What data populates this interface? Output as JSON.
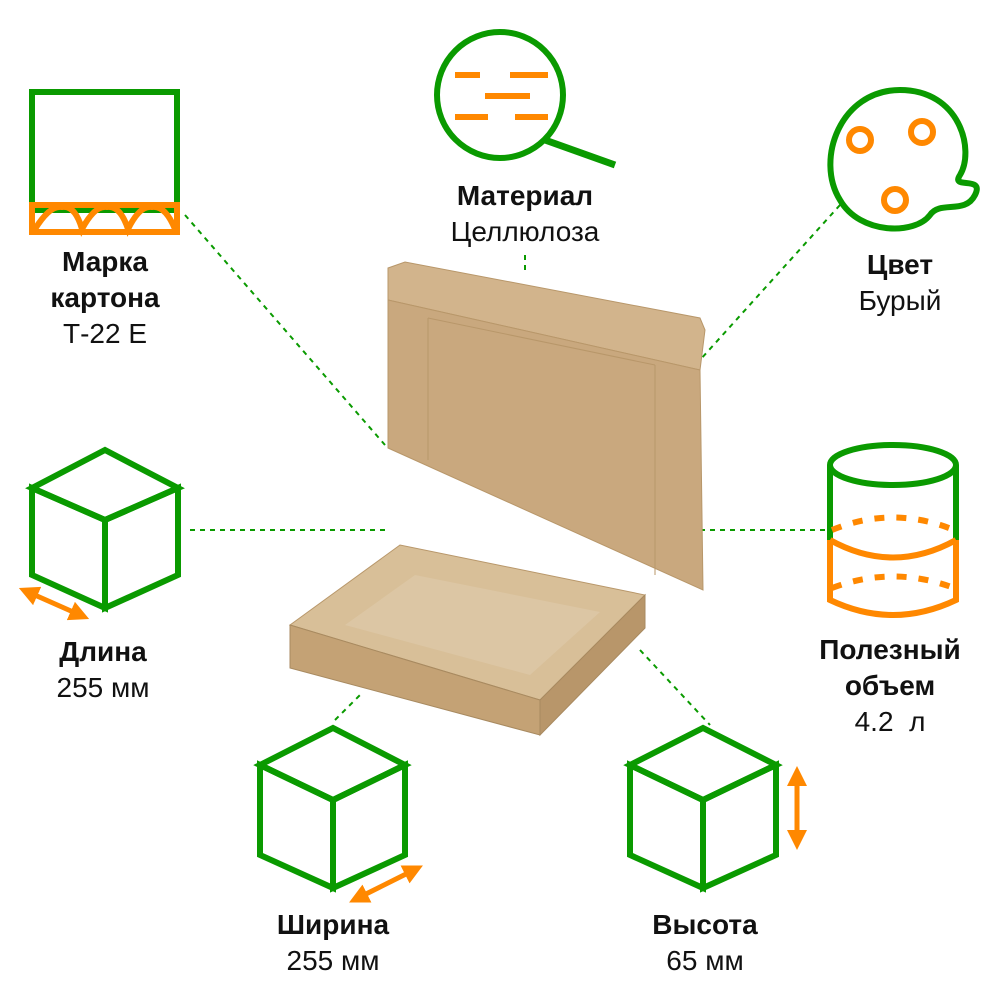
{
  "colors": {
    "green": "#0a9a00",
    "orange": "#ff8800",
    "kraft": "#c9a87e"
  },
  "specs": {
    "brand": {
      "title_line1": "Марка",
      "title_line2": "картона",
      "value": "Т-22 Е",
      "icon": "corrugated-cardboard-icon"
    },
    "material": {
      "title": "Материал",
      "value": "Целлюлоза",
      "icon": "magnifier-icon"
    },
    "color": {
      "title": "Цвет",
      "value": "Бурый",
      "icon": "palette-icon"
    },
    "length": {
      "title": "Длина",
      "value": "255 мм",
      "icon": "cube-length-icon"
    },
    "volume": {
      "title_line1": "Полезный",
      "title_line2": "объем",
      "value": "4.2  л",
      "icon": "cylinder-volume-icon"
    },
    "width": {
      "title": "Ширина",
      "value": "255 мм",
      "icon": "cube-width-icon"
    },
    "height": {
      "title": "Высота",
      "value": "65 мм",
      "icon": "cube-height-icon"
    }
  }
}
